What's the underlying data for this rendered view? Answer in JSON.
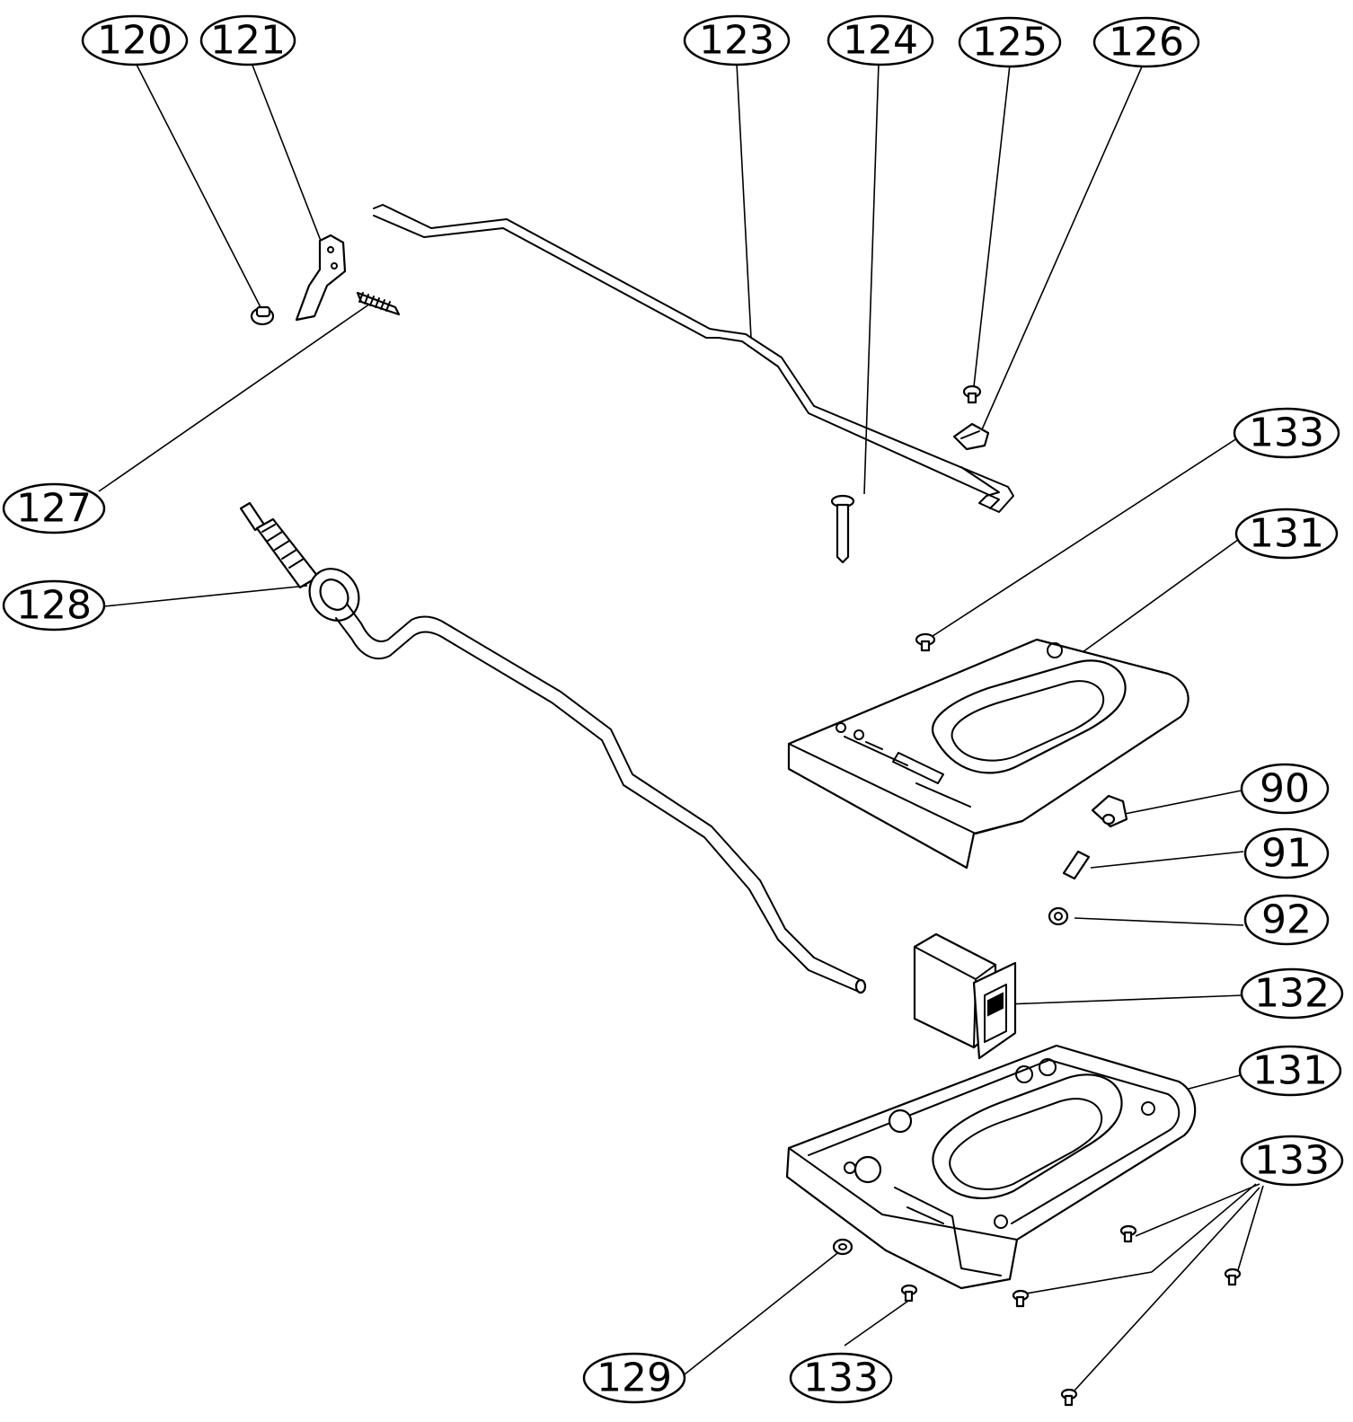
{
  "diagram": {
    "type": "exploded-parts-diagram",
    "callouts": {
      "c120": "120",
      "c121": "121",
      "c123": "123",
      "c124": "124",
      "c125": "125",
      "c126": "126",
      "c127": "127",
      "c128": "128",
      "c133a": "133",
      "c131a": "131",
      "c90": "90",
      "c91": "91",
      "c92": "92",
      "c132": "132",
      "c131b": "131",
      "c133b": "133",
      "c129": "129",
      "c133c": "133"
    }
  }
}
